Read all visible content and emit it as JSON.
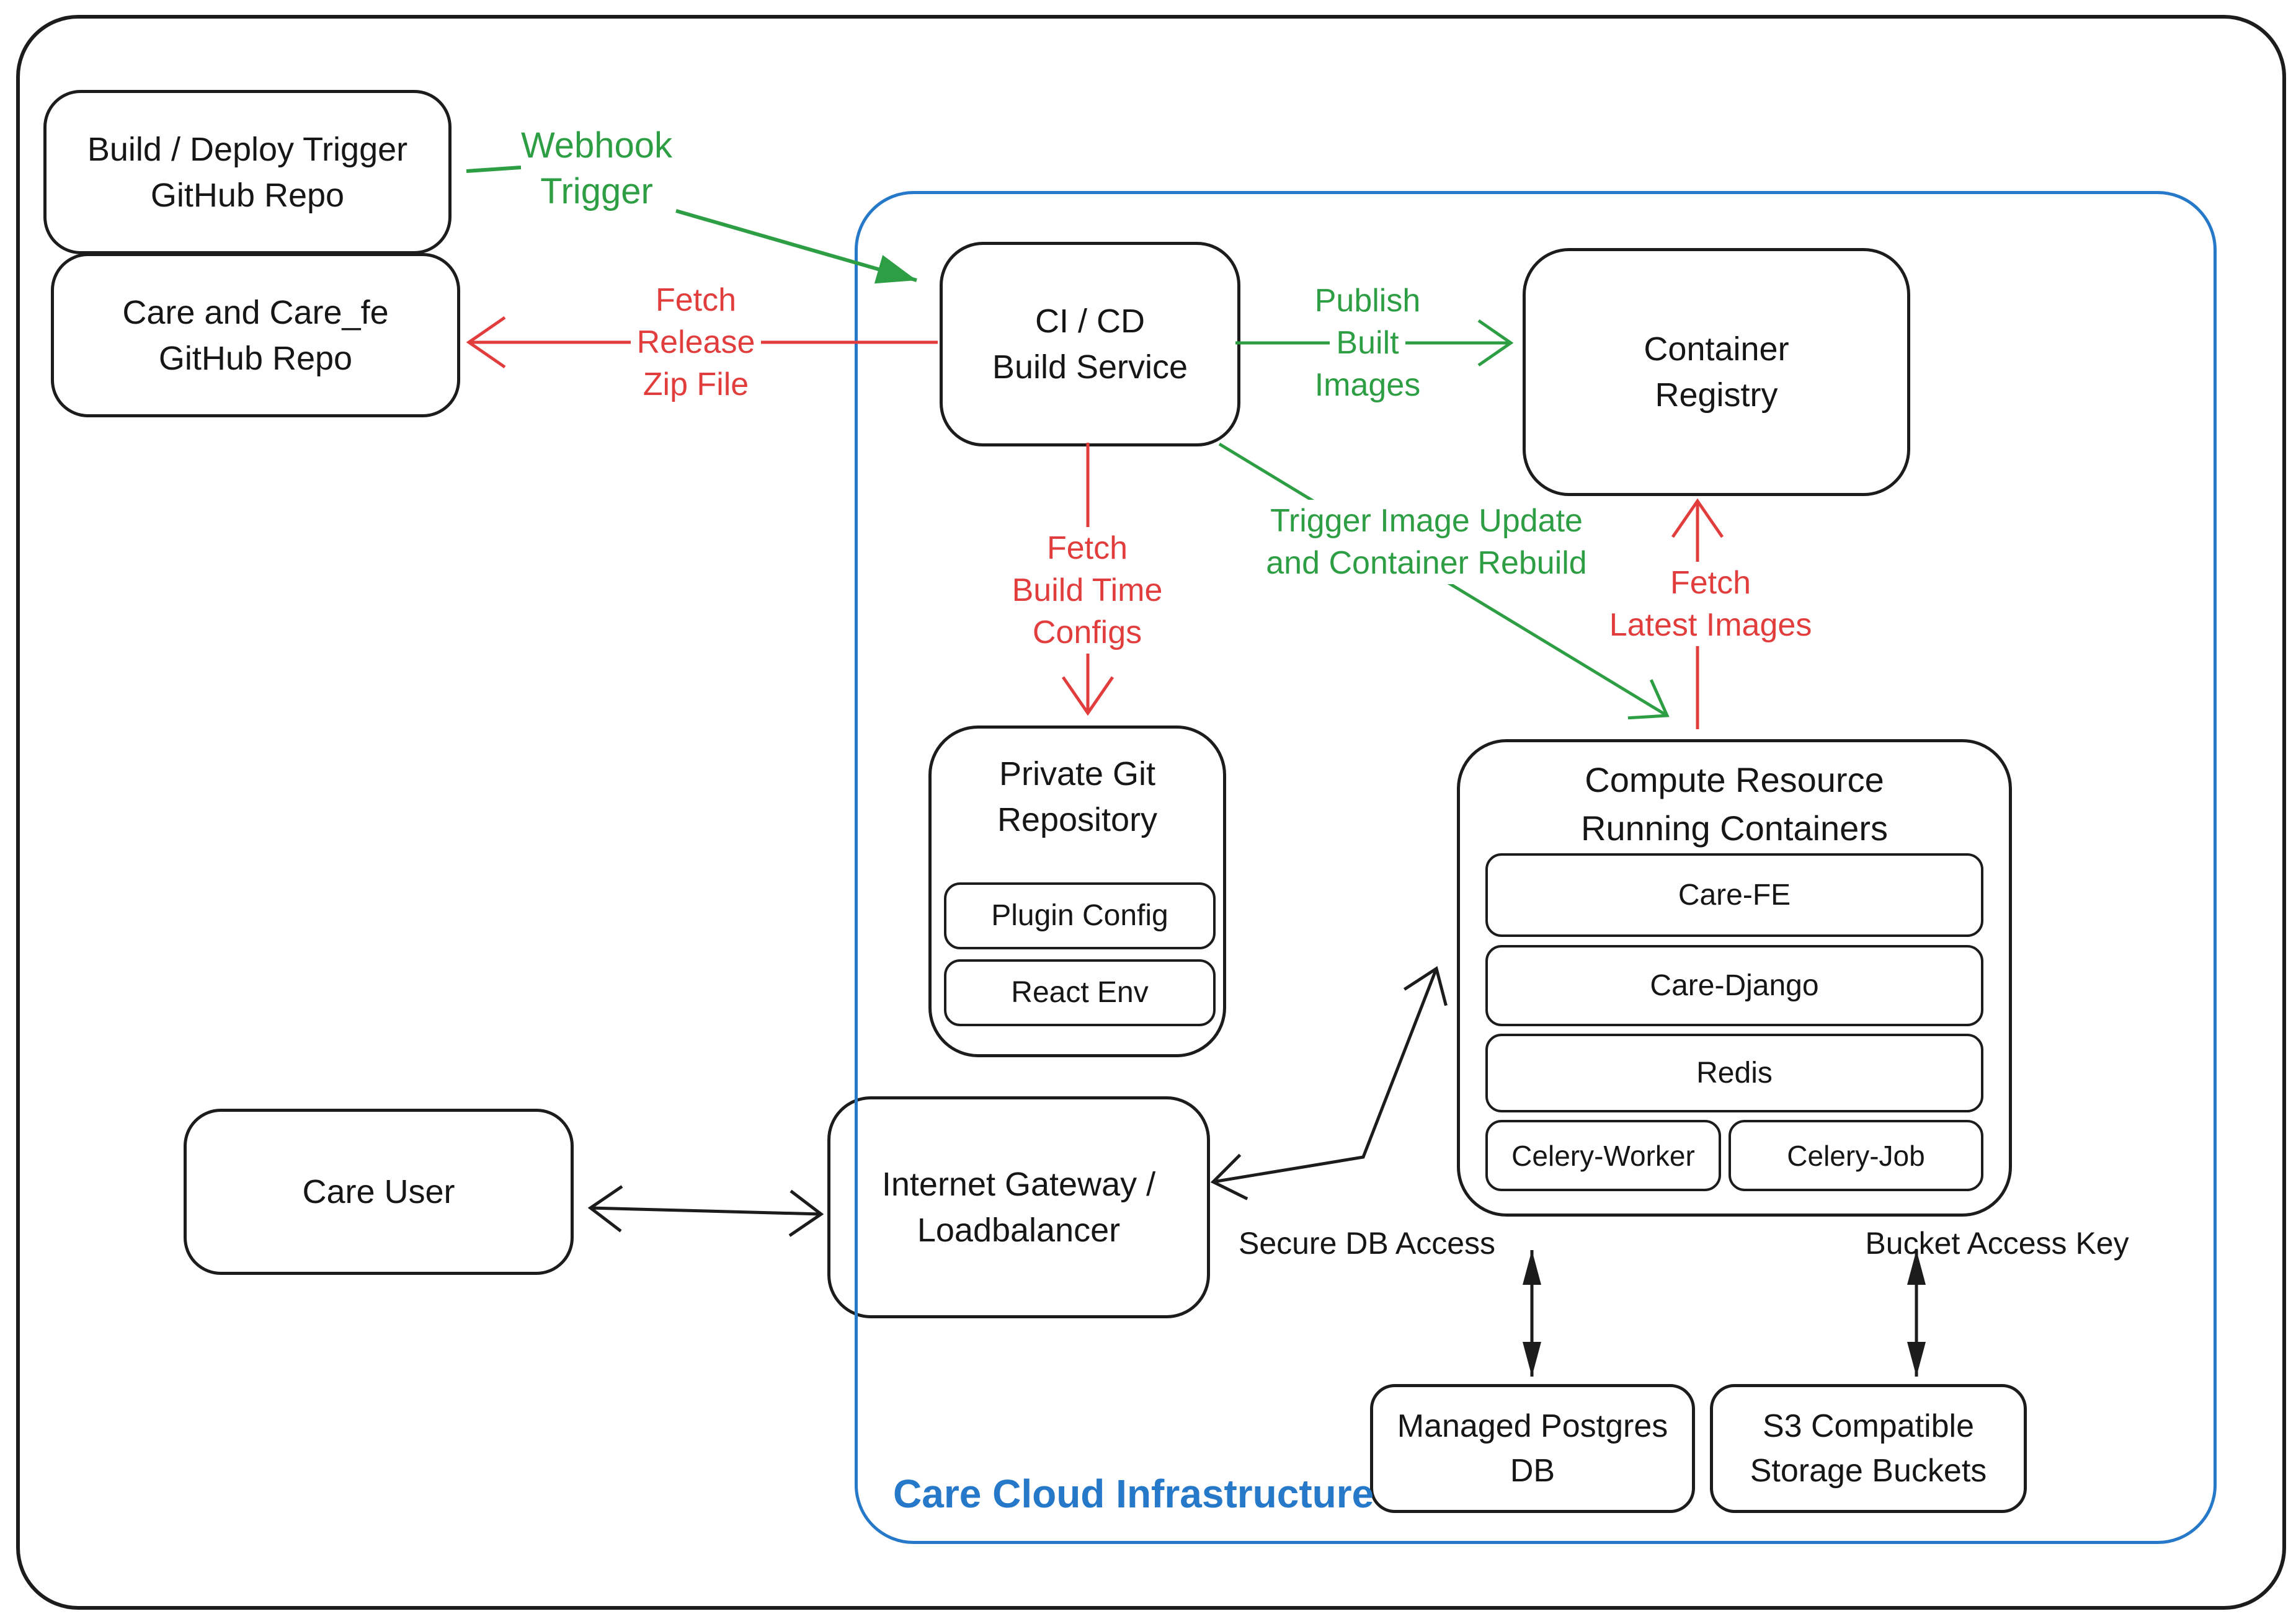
{
  "colors": {
    "accent_blue": "#2678c8",
    "flow_green": "#2e9e44",
    "flow_red": "#e23d3d",
    "ink": "#1c1c1c",
    "background": "#ffffff"
  },
  "region": {
    "label": "Care Cloud Infrastructure"
  },
  "nodes": {
    "build_trigger_repo": {
      "line1": "Build / Deploy Trigger",
      "line2": "GitHub Repo"
    },
    "care_repo": {
      "line1": "Care and Care_fe",
      "line2": "GitHub Repo"
    },
    "cicd": {
      "line1": "CI / CD",
      "line2": "Build Service"
    },
    "container_registry": {
      "line1": "Container",
      "line2": "Registry"
    },
    "private_git": {
      "line1": "Private Git",
      "line2": "Repository",
      "children": {
        "plugin_config": "Plugin Config",
        "react_env": "React Env"
      }
    },
    "compute": {
      "line1": "Compute Resource",
      "line2": "Running Containers",
      "containers": [
        "Care-FE",
        "Care-Django",
        "Redis",
        "Celery-Worker",
        "Celery-Job"
      ]
    },
    "gateway": {
      "line1": "Internet Gateway /",
      "line2": "Loadbalancer"
    },
    "care_user": {
      "label": "Care User"
    },
    "postgres": {
      "line1": "Managed Postgres",
      "line2": "DB"
    },
    "s3": {
      "line1": "S3 Compatible",
      "line2": "Storage Buckets"
    }
  },
  "edges": {
    "webhook": {
      "line1": "Webhook",
      "line2": "Trigger"
    },
    "fetch_release": {
      "line1": "Fetch",
      "line2": "Release",
      "line3": "Zip File"
    },
    "publish": {
      "line1": "Publish",
      "line2": "Built",
      "line3": "Images"
    },
    "fetch_build": {
      "line1": "Fetch",
      "line2": "Build Time",
      "line3": "Configs"
    },
    "trigger_update": {
      "line1": "Trigger Image Update",
      "line2": "and Container Rebuild"
    },
    "fetch_latest": {
      "line1": "Fetch",
      "line2": "Latest Images"
    },
    "secure_db": {
      "label": "Secure DB Access"
    },
    "bucket_key": {
      "label": "Bucket Access Key"
    }
  }
}
